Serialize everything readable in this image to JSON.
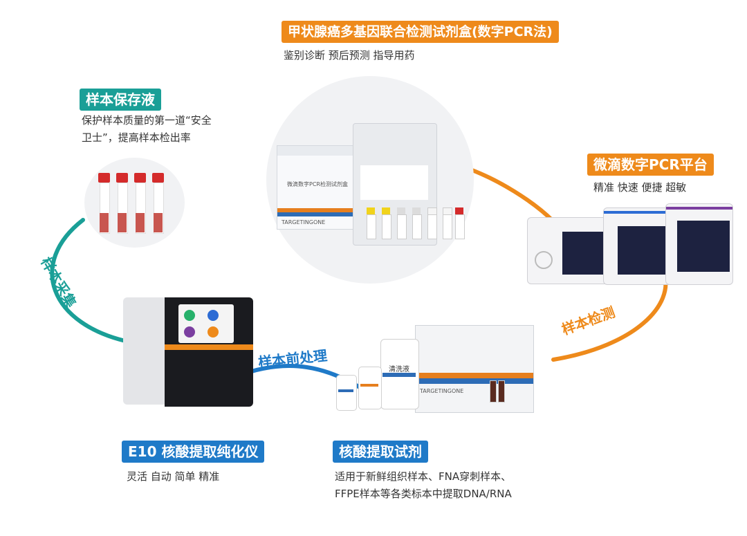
{
  "kit": {
    "title": "甲状腺癌多基因联合检测试剂盒(数字PCR法)",
    "desc": "鉴别诊断   预后预测   指导用药",
    "box_brand": "TARGETINGONE",
    "box_name": "微滴数字PCR检测试剂盒"
  },
  "sample_liquid": {
    "title": "样本保存液",
    "desc_line1": "保护样本质量的第一道“安全",
    "desc_line2": "卫士”，提高样本检出率"
  },
  "platform": {
    "title": "微滴数字PCR平台",
    "desc": "精准  快速  便捷  超敏"
  },
  "e10": {
    "title": "E10 核酸提取纯化仪",
    "desc": "灵活  自动  简单  精准"
  },
  "reagent": {
    "title": "核酸提取试剂",
    "desc_line1": "适用于新鲜组织样本、FNA穿刺样本、",
    "desc_line2": "FFPE样本等各类标本中提取DNA/RNA",
    "box_brand": "TARGETINGONE",
    "bottle_label": "清洗液"
  },
  "flow": {
    "collection": "样本采集",
    "pretreatment": "样本前处理",
    "detection": "样本检测"
  },
  "colors": {
    "teal": "#1a9f97",
    "orange": "#ee8a1b",
    "blue": "#1f7ac8",
    "purple": "#7b3fa0"
  },
  "icons": [
    "sample-tube-icon",
    "pcr-instrument-icon",
    "extraction-instrument-icon",
    "reagent-kit-icon"
  ]
}
